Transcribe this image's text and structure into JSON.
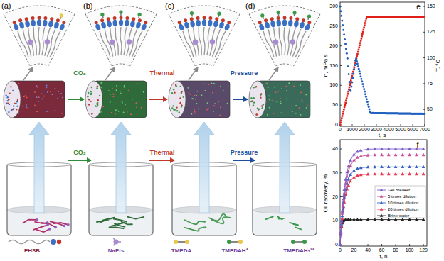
{
  "diagram": {
    "labels": [
      "(a)",
      "(b)",
      "(c)",
      "(d)",
      "CO₂",
      "Thermal",
      "Pressure",
      "CO₂",
      "Thermal",
      "Pressure",
      "e",
      "η, mPa s",
      "300",
      "250",
      "200",
      "150",
      "100",
      "50",
      "0",
      "T, °C",
      "150",
      "125",
      "100",
      "75",
      "50",
      "0",
      "1000",
      "2000",
      "3000",
      "4000",
      "5000",
      "6000",
      "7000",
      "t, s",
      "f",
      "Oil recovery, %",
      "40",
      "30",
      "20",
      "10",
      "0",
      "0",
      "20",
      "40",
      "60",
      "80",
      "100",
      "120",
      "t, h"
    ],
    "legend": [
      {
        "text": "EHSB"
      },
      {
        "text": "NaPts"
      },
      {
        "text": "TMEDA"
      },
      {
        "text": "TMEDAH⁺"
      },
      {
        "text": "TMEDAH₂²⁺"
      },
      {
        "text": "Gel breaker"
      },
      {
        "text": "5 times dilution"
      },
      {
        "text": "10 times dilution"
      },
      {
        "text": "20 times dilution"
      },
      {
        "text": "Brine water"
      }
    ]
  }
}
